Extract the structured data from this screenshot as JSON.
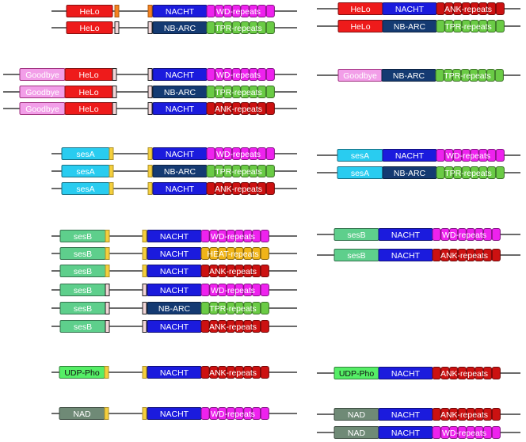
{
  "colors": {
    "helo": "#ee1b1b",
    "goodbye": "#f29ee8",
    "sesA": "#29ccf0",
    "sesB": "#5ecf8c",
    "udp": "#55ee66",
    "nad": "#6f8a76",
    "nacht": "#1b1bdd",
    "nbarc": "#143a72",
    "wd": "#ee22ee",
    "tpr": "#6acb45",
    "ank": "#cc1111",
    "heat": "#f0b418",
    "linker_orange": "#f58220",
    "linker_yellow": "#f5cf3c",
    "linker_pink": "#f2d6d8",
    "backbone": "#111111"
  },
  "architectures": [
    {
      "group": "helo",
      "left": [
        {
          "domain": "HeLo",
          "tail": "orange",
          "lead": "orange",
          "core": "NACHT",
          "repeat": "WD-repeats"
        },
        {
          "domain": "HeLo",
          "tail": "pink",
          "lead": "pink",
          "core": "NB-ARC",
          "repeat": "TPR-repeats"
        }
      ],
      "right": [
        {
          "domain": "HeLo",
          "core": "NACHT",
          "repeat": "ANK-repeats"
        },
        {
          "domain": "HeLo",
          "core": "NB-ARC",
          "repeat": "TPR-repeats"
        }
      ]
    },
    {
      "group": "goodbye",
      "left": [
        {
          "n_domain": "Goodbye",
          "domain": "HeLo",
          "tail": "pink",
          "lead": "pink",
          "core": "NACHT",
          "repeat": "WD-repeats"
        },
        {
          "n_domain": "Goodbye",
          "domain": "HeLo",
          "tail": "pink",
          "lead": "pink",
          "core": "NB-ARC",
          "repeat": "TPR-repeats"
        },
        {
          "n_domain": "Goodbye",
          "domain": "HeLo",
          "tail": "pink",
          "lead": "pink",
          "core": "NACHT",
          "repeat": "ANK-repeats"
        }
      ],
      "right": [
        {
          "n_domain": "Goodbye",
          "core": "NB-ARC",
          "repeat": "TPR-repeats"
        }
      ]
    },
    {
      "group": "sesA",
      "left": [
        {
          "domain": "sesA",
          "tail": "yellow",
          "lead": "yellow",
          "core": "NACHT",
          "repeat": "WD-repeats"
        },
        {
          "domain": "sesA",
          "tail": "yellow",
          "lead": "yellow",
          "core": "NB-ARC",
          "repeat": "TPR-repeats"
        },
        {
          "domain": "sesA",
          "tail": "yellow",
          "lead": "yellow",
          "core": "NACHT",
          "repeat": "ANK-repeats"
        }
      ],
      "right": [
        {
          "domain": "sesA",
          "core": "NACHT",
          "repeat": "WD-repeats"
        },
        {
          "domain": "sesA",
          "core": "NB-ARC",
          "repeat": "TPR-repeats"
        }
      ]
    },
    {
      "group": "sesB",
      "left": [
        {
          "domain": "sesB",
          "tail": "yellow",
          "lead": "yellow",
          "core": "NACHT",
          "repeat": "WD-repeats"
        },
        {
          "domain": "sesB",
          "tail": "yellow",
          "lead": "yellow",
          "core": "NACHT",
          "repeat": "HEAT-repeats"
        },
        {
          "domain": "sesB",
          "tail": "yellow",
          "lead": "yellow",
          "core": "NACHT",
          "repeat": "ANK-repeats"
        },
        {
          "domain": "sesB",
          "tail": "pink",
          "lead": "pink",
          "core": "NACHT",
          "repeat": "WD-repeats"
        },
        {
          "domain": "sesB",
          "tail": "pink",
          "lead": "pink",
          "core": "NB-ARC",
          "repeat": "TPR-repeats"
        },
        {
          "domain": "sesB",
          "tail": "pink",
          "lead": "pink",
          "core": "NACHT",
          "repeat": "ANK-repeats"
        }
      ],
      "right": [
        {
          "domain": "sesB",
          "core": "NACHT",
          "repeat": "WD-repeats"
        },
        {
          "domain": "sesB",
          "core": "NACHT",
          "repeat": "ANK-repeats"
        }
      ]
    },
    {
      "group": "udp",
      "left": [
        {
          "domain": "UDP-Pho",
          "tail": "yellow",
          "lead": "yellow",
          "core": "NACHT",
          "repeat": "ANK-repeats"
        }
      ],
      "right": [
        {
          "domain": "UDP-Pho",
          "core": "NACHT",
          "repeat": "ANK-repeats"
        }
      ]
    },
    {
      "group": "nad",
      "left": [
        {
          "domain": "NAD",
          "tail": "yellow",
          "lead": "yellow",
          "core": "NACHT",
          "repeat": "WD-repeats"
        }
      ],
      "right": [
        {
          "domain": "NAD",
          "core": "NACHT",
          "repeat": "ANK-repeats"
        },
        {
          "domain": "NAD",
          "core": "NACHT",
          "repeat": "WD-repeats"
        }
      ]
    }
  ]
}
